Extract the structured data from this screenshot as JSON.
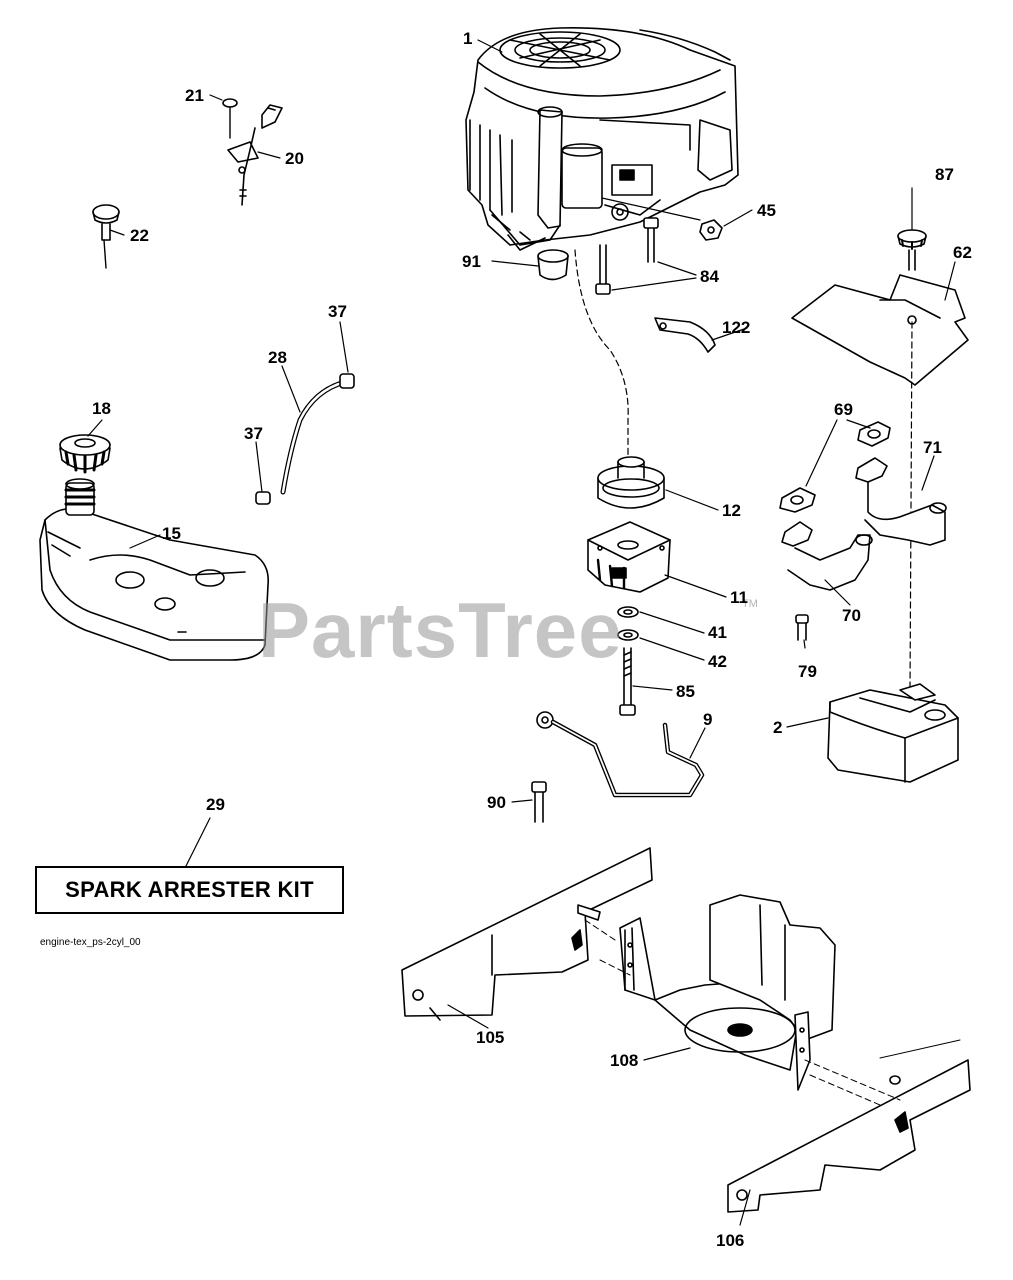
{
  "diagram": {
    "callouts": [
      "1",
      "21",
      "20",
      "22",
      "45",
      "87",
      "62",
      "91",
      "84",
      "37",
      "28",
      "122",
      "18",
      "37",
      "69",
      "71",
      "15",
      "12",
      "11",
      "41",
      "70",
      "42",
      "79",
      "85",
      "9",
      "2",
      "90",
      "29",
      "105",
      "108",
      "106"
    ],
    "kit_label": "SPARK ARRESTER KIT",
    "drawing_code": "engine-tex_ps-2cyl_00",
    "watermark": "PartsTree",
    "watermark_tm": "TM"
  }
}
